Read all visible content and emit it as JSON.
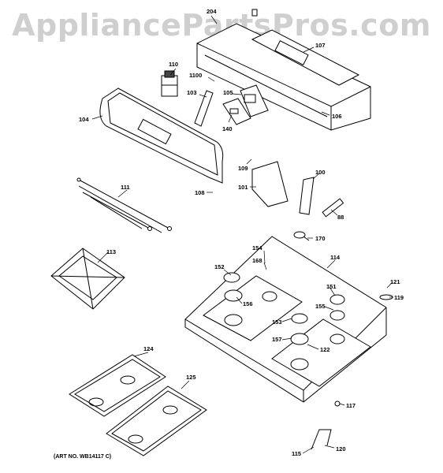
{
  "watermark": "AppliancePartsPros.com",
  "art_number": "(ART NO. WB14117 C)",
  "callouts": [
    "204",
    "107",
    "110",
    "1100",
    "103",
    "105",
    "140",
    "104",
    "106",
    "109",
    "100",
    "101",
    "88",
    "111",
    "108",
    "170",
    "113",
    "154",
    "114",
    "152",
    "168",
    "151",
    "121",
    "156",
    "155",
    "119",
    "153",
    "157",
    "122",
    "124",
    "125",
    "117",
    "115",
    "120"
  ]
}
